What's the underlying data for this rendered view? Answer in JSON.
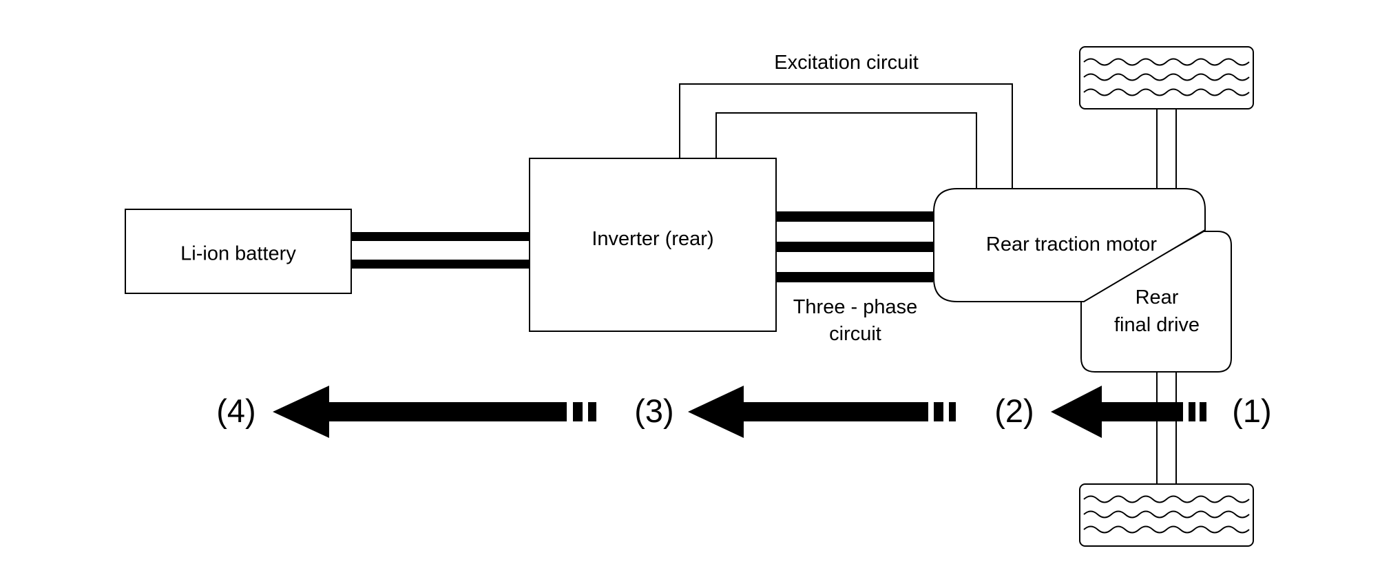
{
  "diagram": {
    "battery": "Li-ion battery",
    "inverter": "Inverter (rear)",
    "excitation": "Excitation circuit",
    "motor": "Rear traction motor",
    "final_drive_line1": "Rear",
    "final_drive_line2": "final drive",
    "three_phase_line1": "Three - phase",
    "three_phase_line2": "circuit",
    "flow_steps": [
      "(1)",
      "(2)",
      "(3)",
      "(4)"
    ]
  }
}
